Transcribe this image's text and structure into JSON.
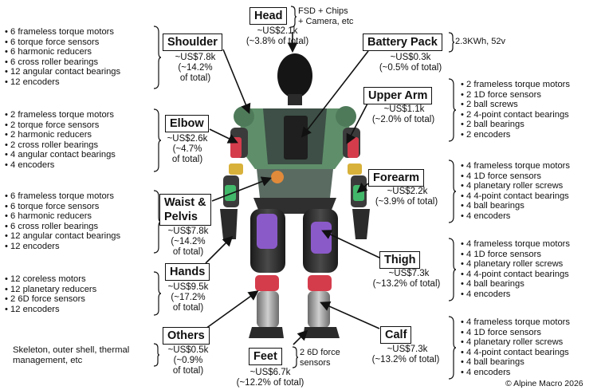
{
  "head": {
    "title": "Head",
    "cost": "~US$2.1k",
    "share": "(~3.8% of total)",
    "note": [
      "FSD + Chips",
      "+ Camera, etc"
    ]
  },
  "shoulder": {
    "title": "Shoulder",
    "cost": "~US$7.8k",
    "share": [
      "(~14.2%",
      "of total)"
    ],
    "specs": [
      "6 frameless torque motors",
      "6 torque force sensors",
      "6 harmonic reducers",
      "6 cross roller bearings",
      "12 angular contact bearings",
      "12 encoders"
    ]
  },
  "battery": {
    "title": "Battery Pack",
    "cost": "~US$0.3k",
    "share": "(~0.5% of total)",
    "note": "2.3KWh, 52v"
  },
  "elbow": {
    "title": "Elbow",
    "cost": "~US$2.6k",
    "share": [
      "(~4.7%",
      "of total)"
    ],
    "specs": [
      "2 frameless torque motors",
      "2 torque force sensors",
      "2 harmonic reducers",
      "2 cross roller bearings",
      "4 angular contact bearings",
      "4 encoders"
    ]
  },
  "upper_arm": {
    "title": "Upper Arm",
    "cost": "~US$1.1k",
    "share": "(~2.0% of total)",
    "specs": [
      "2 frameless torque motors",
      "2 1D force sensors",
      "2 ball screws",
      "2 4-point contact bearings",
      "2 ball bearings",
      "2 encoders"
    ]
  },
  "waist": {
    "title": [
      "Waist &",
      "Pelvis"
    ],
    "cost": "~US$7.8k",
    "share": [
      "(~14.2%",
      "of total)"
    ],
    "specs": [
      "6 frameless torque motors",
      "6 torque force sensors",
      "6 harmonic reducers",
      "6 cross roller bearings",
      "12 angular contact bearings",
      "12 encoders"
    ]
  },
  "forearm": {
    "title": "Forearm",
    "cost": "~US$2.2k",
    "share": "(~3.9% of total)",
    "specs": [
      "4 frameless torque motors",
      "4 1D force sensors",
      "4 planetary roller screws",
      "4 4-point contact bearings",
      "4 ball bearings",
      "4 encoders"
    ]
  },
  "hands": {
    "title": "Hands",
    "cost": "~US$9.5k",
    "share": [
      "(~17.2%",
      "of total)"
    ],
    "specs": [
      "12 coreless motors",
      "12 planetary reducers",
      "2 6D force sensors",
      "12 encoders"
    ]
  },
  "thigh": {
    "title": "Thigh",
    "cost": "~US$7.3k",
    "share": "(~13.2% of total)",
    "specs": [
      "4 frameless torque motors",
      "4 1D force sensors",
      "4 planetary roller screws",
      "4 4-point contact bearings",
      "4 ball bearings",
      "4 encoders"
    ]
  },
  "others": {
    "title": "Others",
    "cost": "~US$0.5k",
    "share": [
      "(~0.9%",
      "of total)"
    ],
    "note": [
      "Skeleton, outer shell, thermal",
      "management, etc"
    ]
  },
  "feet": {
    "title": "Feet",
    "cost": "~US$6.7k",
    "share": "(~12.2% of total)",
    "note": [
      "2 6D force",
      "sensors"
    ]
  },
  "calf": {
    "title": "Calf",
    "cost": "~US$7.3k",
    "share": "(~13.2% of total)",
    "specs": [
      "4 frameless torque motors",
      "4 1D force sensors",
      "4 planetary roller screws",
      "4 4-point contact bearings",
      "4 ball bearings",
      "4 encoders"
    ]
  },
  "copyright": "© Alpine Macro 2026",
  "colors": {
    "body_green": "#5f8f6a",
    "actuator_red": "#d43c4c",
    "actuator_purple": "#8b5ac9",
    "joint_orange": "#e08a3a",
    "joint_yellow": "#d8b13a",
    "limb_green": "#42b86a",
    "dark_metal": "#2b2b2b"
  }
}
